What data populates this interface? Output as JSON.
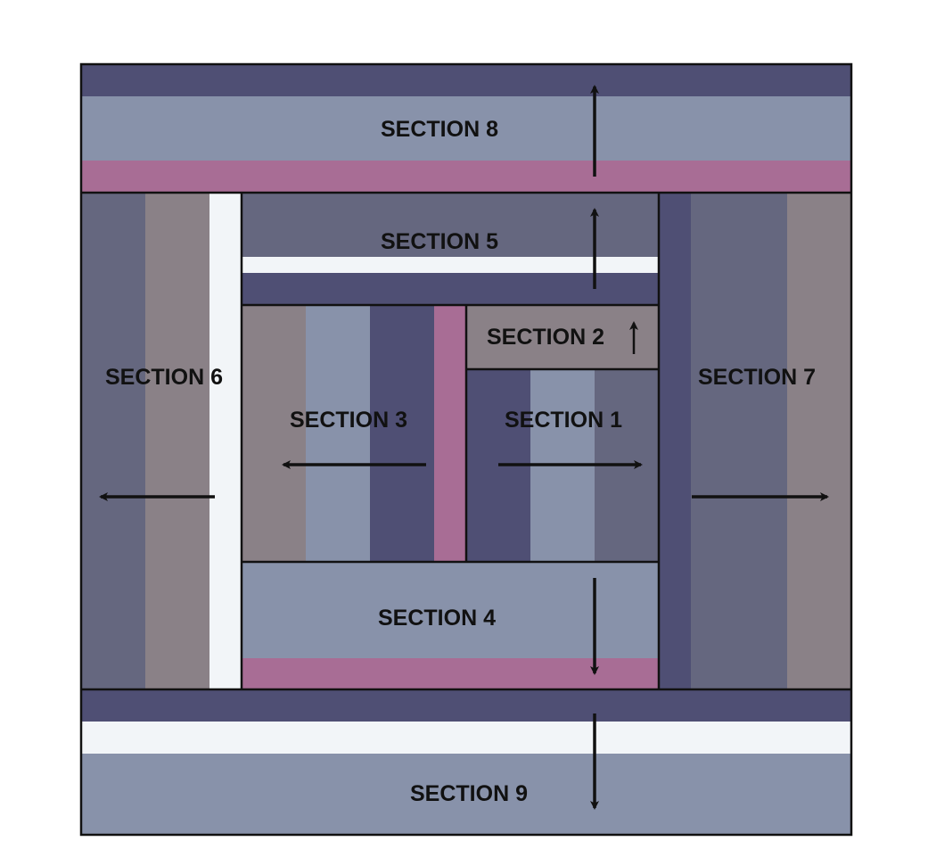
{
  "colors": {
    "dark_navy": "#4f4f74",
    "slate": "#65677f",
    "blue_gray": "#8892aa",
    "mauve_gray": "#8a8187",
    "pink": "#a86d95",
    "white": "#f2f5f8",
    "outline": "#111111",
    "arrow": "#111111"
  },
  "sections": {
    "s1": {
      "label": "SECTION 1",
      "arrow": "right"
    },
    "s2": {
      "label": "SECTION 2",
      "arrow": "up"
    },
    "s3": {
      "label": "SECTION 3",
      "arrow": "left"
    },
    "s4": {
      "label": "SECTION 4",
      "arrow": "down"
    },
    "s5": {
      "label": "SECTION 5",
      "arrow": "up"
    },
    "s6": {
      "label": "SECTION 6",
      "arrow": "left"
    },
    "s7": {
      "label": "SECTION 7",
      "arrow": "right"
    },
    "s8": {
      "label": "SECTION 8",
      "arrow": "up"
    },
    "s9": {
      "label": "SECTION 9",
      "arrow": "down"
    }
  }
}
